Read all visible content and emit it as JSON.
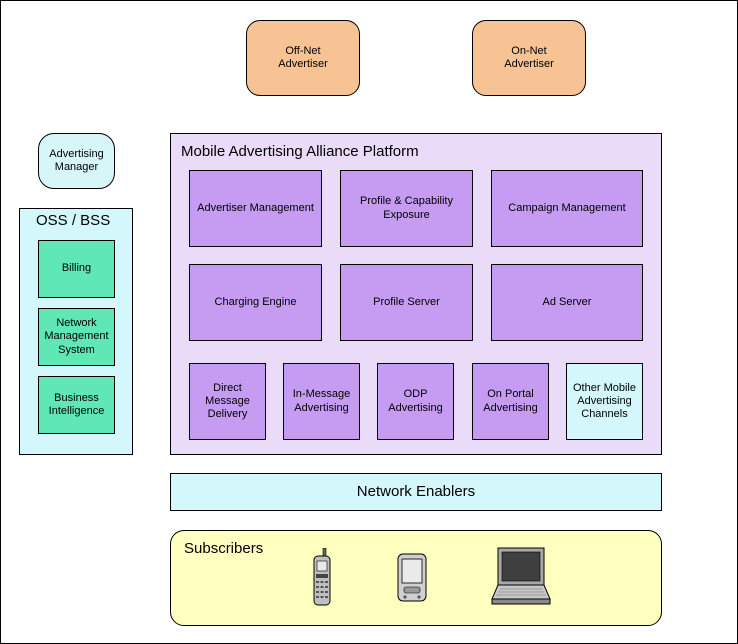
{
  "advertisers": {
    "off_net": "Off-Net\nAdvertiser",
    "on_net": "On-Net\nAdvertiser"
  },
  "advertising_manager": "Advertising\nManager",
  "oss_bss": {
    "title": "OSS / BSS",
    "items": [
      "Billing",
      "Network\nManagement\nSystem",
      "Business\nIntelligence"
    ]
  },
  "platform": {
    "title": "Mobile Advertising Alliance Platform",
    "row1": [
      "Advertiser Management",
      "Profile & Capability\nExposure",
      "Campaign Management"
    ],
    "row2": [
      "Charging Engine",
      "Profile Server",
      "Ad Server"
    ],
    "row3": [
      "Direct\nMessage\nDelivery",
      "In-Message\nAdvertising",
      "ODP\nAdvertising",
      "On Portal\nAdvertising",
      "Other Mobile\nAdvertising\nChannels"
    ]
  },
  "network_enablers": "Network Enablers",
  "subscribers": {
    "title": "Subscribers",
    "devices": [
      "mobile-phone-icon",
      "pda-icon",
      "laptop-icon"
    ]
  },
  "colors": {
    "advertiser": "#f7c394",
    "platform_bg": "#eadcf8",
    "platform_box": "#c59cf2",
    "cyan": "#d4f7fb",
    "oss_item": "#5fe8b5",
    "subscribers": "#ffffc0"
  }
}
